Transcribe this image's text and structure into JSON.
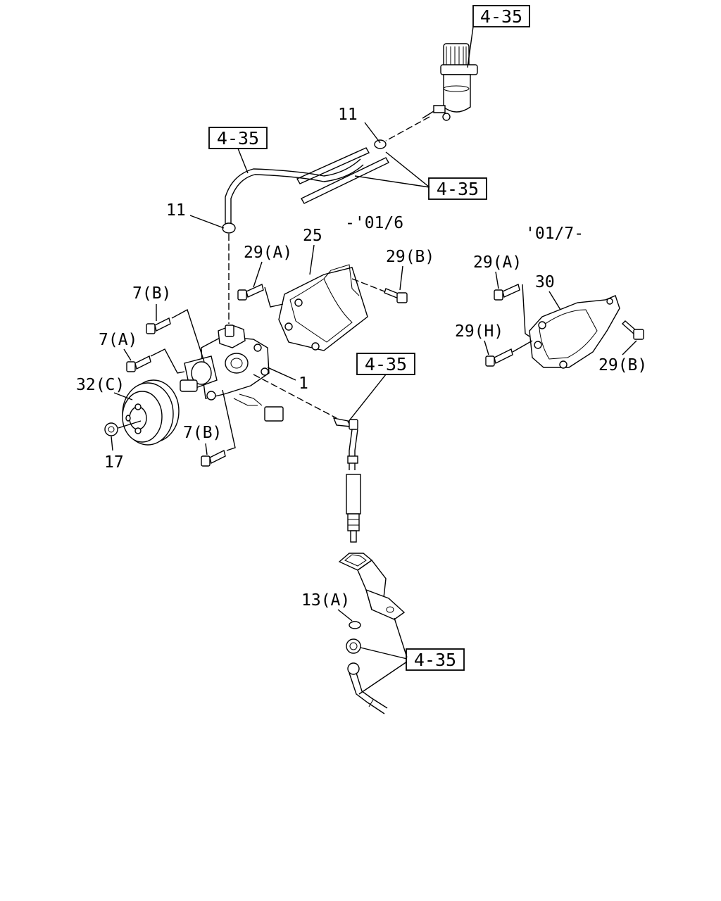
{
  "diagram": {
    "ref_labels": [
      "4-35",
      "4-35",
      "4-35",
      "4-35",
      "4-35"
    ],
    "period_labels": [
      "-'01/6",
      "'01/7-"
    ],
    "part_labels": {
      "p11_top": "11",
      "p11_left": "11",
      "p25": "25",
      "p29a_left": "29(A)",
      "p29b_mid": "29(B)",
      "p29a_right": "29(A)",
      "p30": "30",
      "p29h": "29(H)",
      "p29b_right": "29(B)",
      "p7b_top": "7(B)",
      "p7a": "7(A)",
      "p32c": "32(C)",
      "p1": "1",
      "p7b_bottom": "7(B)",
      "p17": "17",
      "p13a": "13(A)"
    }
  }
}
